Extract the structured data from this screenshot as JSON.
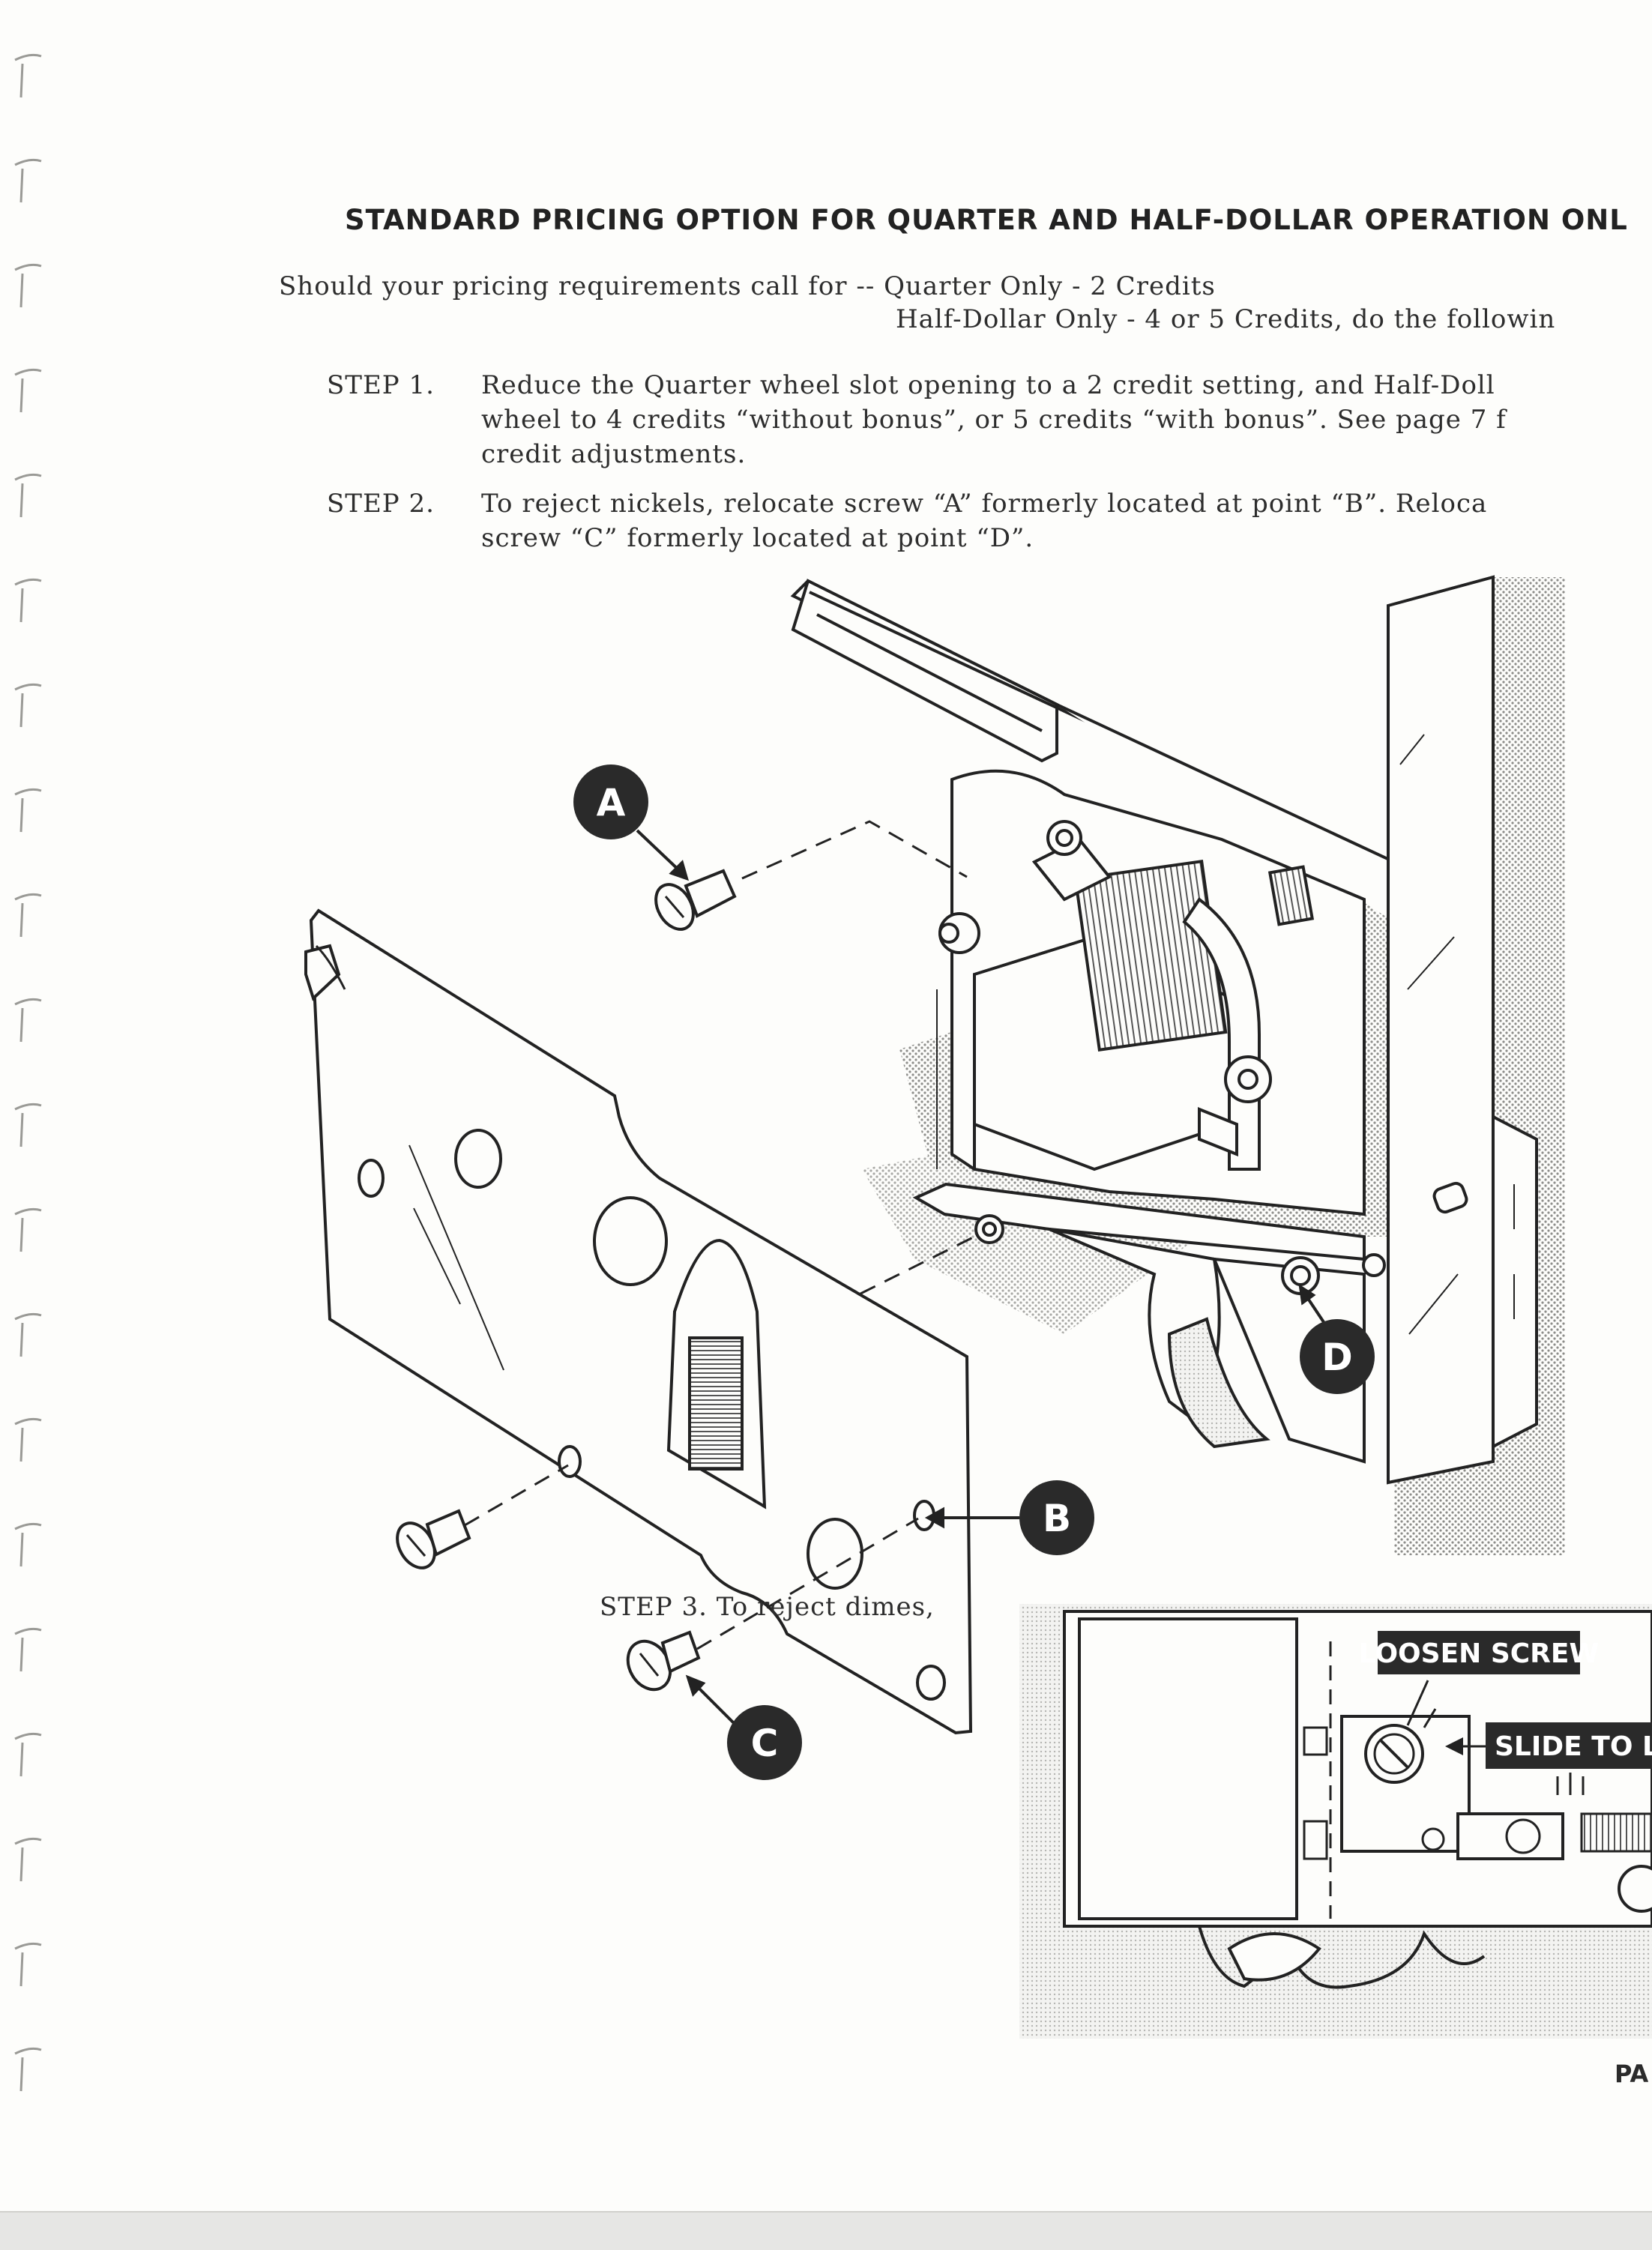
{
  "heading": "STANDARD PRICING OPTION FOR QUARTER AND HALF-DOLLAR OPERATION ONL",
  "intro": {
    "line1": "Should your pricing requirements call for -- Quarter Only - 2 Credits",
    "line2": "Half-Dollar Only - 4  or  5 Credits,  do the followin"
  },
  "step1": {
    "label": "STEP 1.",
    "line1": "Reduce  the  Quarter  wheel  slot  opening  to  a  2  credit  setting,  and Half-Doll",
    "line2": "wheel  to  4  credits  “without  bonus”,  or 5 credits  “with bonus”.  See page 7 f",
    "line3": "credit adjustments."
  },
  "step2": {
    "label": "STEP  2.",
    "line1": "To  reject nickels, relocate  screw  “A”  formerly  located at point  “B”.  Reloca",
    "line2": "screw  “C”  formerly  located at point  “D”."
  },
  "step3": "STEP 3.   To  reject  dimes,",
  "callouts": {
    "a": "A",
    "b": "B",
    "c": "C",
    "d": "D"
  },
  "inset": {
    "loosen": "LOOSEN SCREW",
    "slide": "SLIDE TO LE"
  },
  "page_number": "PA"
}
